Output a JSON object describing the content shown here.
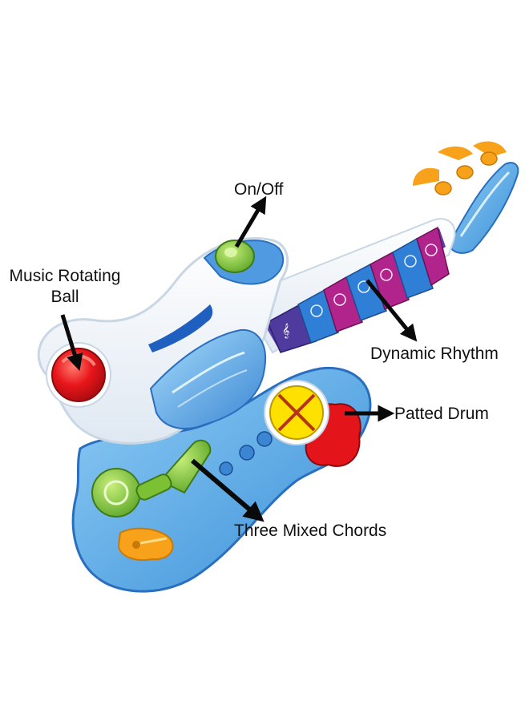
{
  "labels": {
    "music_ball_line1": "Music Rotating",
    "music_ball_line2": "Ball",
    "on_off": "On/Off",
    "dynamic_rhythm": "Dynamic Rhythm",
    "patted_drum": "Patted Drum",
    "three_mixed_chords": "Three Mixed Chords"
  },
  "colors": {
    "body_white": "#f4f7fb",
    "body_blue": "#5aaee8",
    "dark_blue": "#1f5fbf",
    "neck_purple": "#5b3fa8",
    "key_blue": "#2f7fd6",
    "key_magenta": "#b0248c",
    "ball_red": "#e3151b",
    "drum_yellow": "#ffe100",
    "pad_green": "#86c63a",
    "peg_orange": "#f7a21a",
    "arrow": "#0a0a0a"
  }
}
